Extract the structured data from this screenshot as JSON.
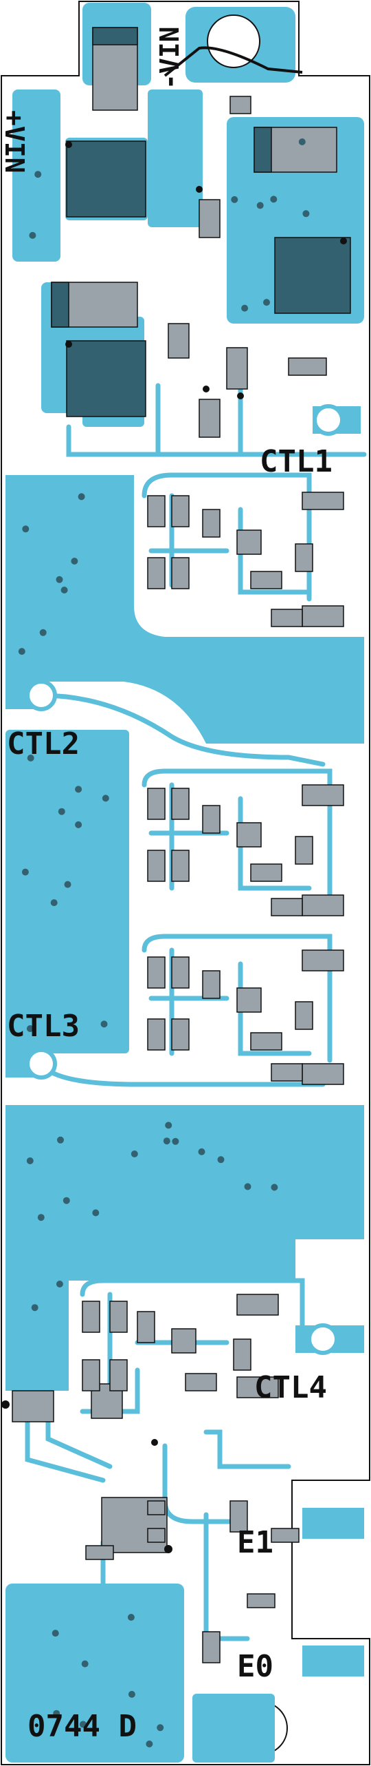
{
  "board": {
    "labels": {
      "vin_minus": "-VIN",
      "vin_plus": "+VIN",
      "ctl1": "CTL1",
      "ctl2": "CTL2",
      "ctl3": "CTL3",
      "ctl4": "CTL4",
      "e1": "E1",
      "e0": "E0",
      "part_number": "0744 D"
    },
    "colors": {
      "copper": "#5bbfdc",
      "background": "#ffffff",
      "outline": "#111111",
      "component_body": "#9aa3a9",
      "component_dark": "#33616f",
      "silkscreen": "#111111"
    },
    "icons": [
      "mounting-hole",
      "test-pad",
      "via",
      "ic-package",
      "smd-resistor"
    ]
  }
}
